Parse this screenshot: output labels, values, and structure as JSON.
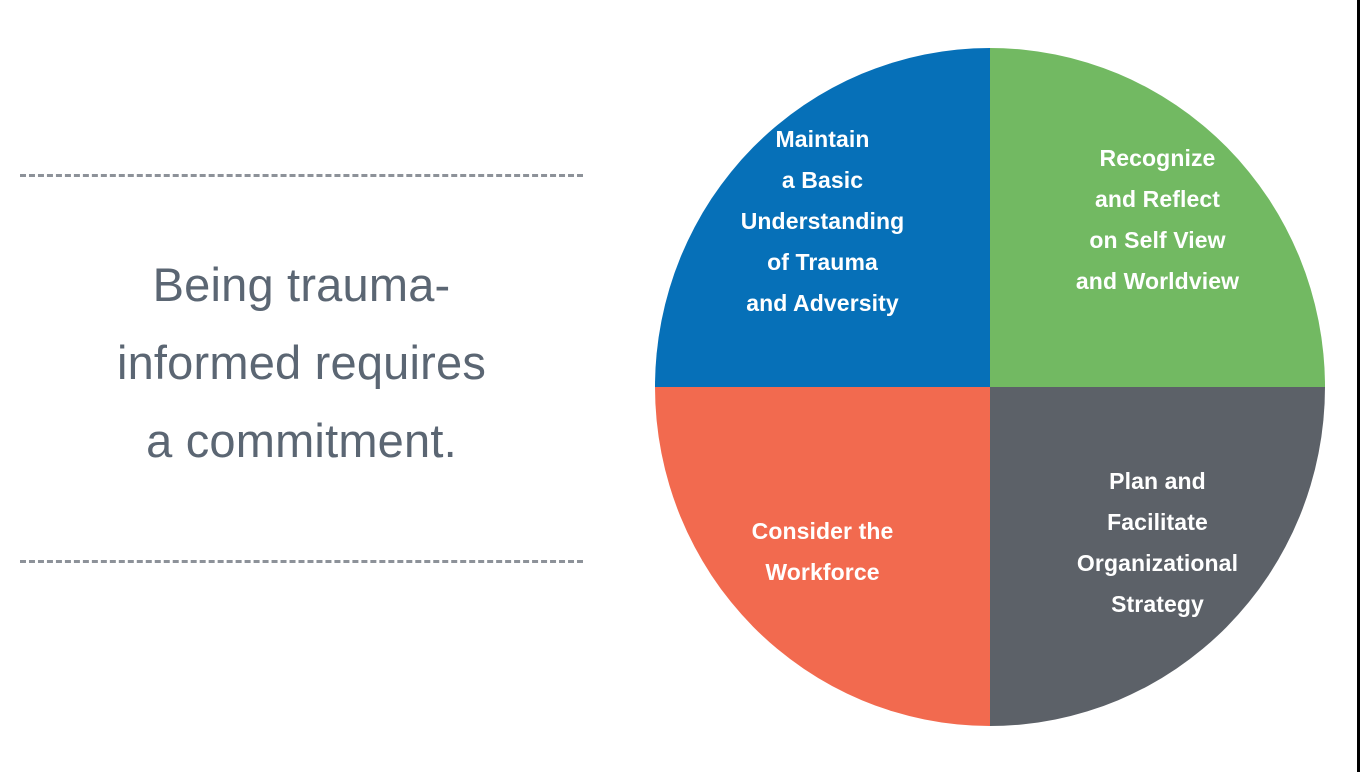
{
  "slide": {
    "background_color": "#ffffff",
    "right_edge_rule_color": "#000000"
  },
  "statement": {
    "text": "Being trauma-\ninformed requires\na commitment.",
    "text_color": "#5b6673",
    "divider_color": "#8d9299",
    "divider_style": "dashed"
  },
  "chart_data": {
    "type": "pie",
    "title": "",
    "subtitle": "",
    "xlabel": "",
    "ylabel": "",
    "legend_position": "none",
    "grid": false,
    "labels_inside_slices": true,
    "categories": [
      "Maintain a Basic Understanding of Trauma and Adversity",
      "Recognize and Reflect on Self  View and Worldview",
      "Plan and Facilitate Organizational Strategy",
      "Consider the Workforce"
    ],
    "values": [
      25,
      25,
      25,
      25
    ],
    "colors": [
      "#0670b8",
      "#72b962",
      "#5c6168",
      "#f26a4f"
    ],
    "slices": [
      {
        "name": "maintain-understanding",
        "position": "top-left",
        "label": "Maintain\na Basic\nUnderstanding\nof Trauma\nand Adversity",
        "color": "#0670b8",
        "value": 25,
        "text_color": "#ffffff"
      },
      {
        "name": "recognize-reflect",
        "position": "top-right",
        "label": "Recognize\nand Reflect\non Self  View\nand Worldview",
        "color": "#72b962",
        "value": 25,
        "text_color": "#ffffff"
      },
      {
        "name": "consider-workforce",
        "position": "bottom-left",
        "label": "Consider the\nWorkforce",
        "color": "#f26a4f",
        "value": 25,
        "text_color": "#ffffff"
      },
      {
        "name": "plan-facilitate-strategy",
        "position": "bottom-right",
        "label": "Plan and\nFacilitate\nOrganizational\nStrategy",
        "color": "#5c6168",
        "value": 25,
        "text_color": "#ffffff"
      }
    ]
  }
}
